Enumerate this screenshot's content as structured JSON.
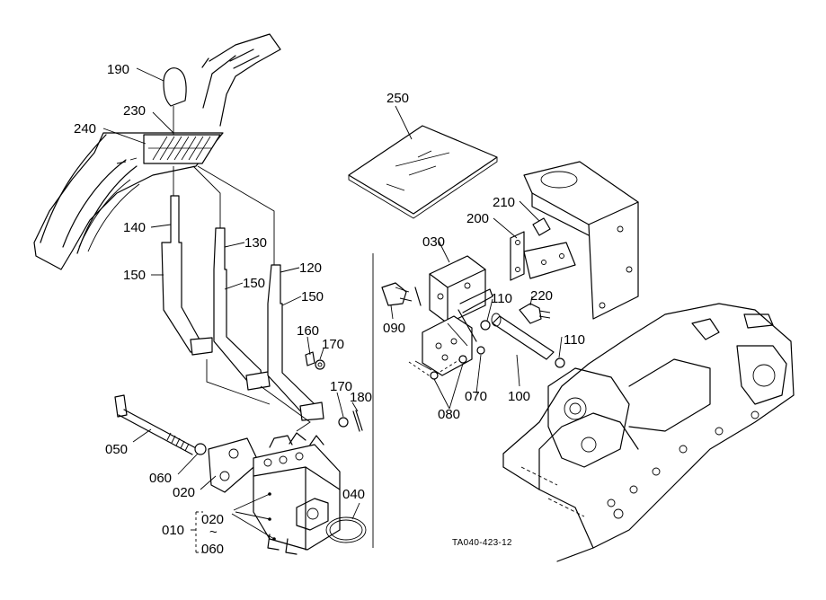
{
  "labels": {
    "p190": "190",
    "p230": "230",
    "p240": "240",
    "p140": "140",
    "p150a": "150",
    "p130": "130",
    "p150b": "150",
    "p120": "120",
    "p150c": "150",
    "p160": "160",
    "p170a": "170",
    "p170b": "170",
    "p180": "180",
    "p050": "050",
    "p060a": "060",
    "p020a": "020",
    "p010": "010",
    "p020b": "020",
    "tilde": "~",
    "p060b": "060",
    "p040": "040",
    "p250": "250",
    "p210": "210",
    "p200": "200",
    "p030": "030",
    "p090": "090",
    "p110a": "110",
    "p220": "220",
    "p110b": "110",
    "p070": "070",
    "p100": "100",
    "p080": "080"
  },
  "reference": "TA040-423-12"
}
